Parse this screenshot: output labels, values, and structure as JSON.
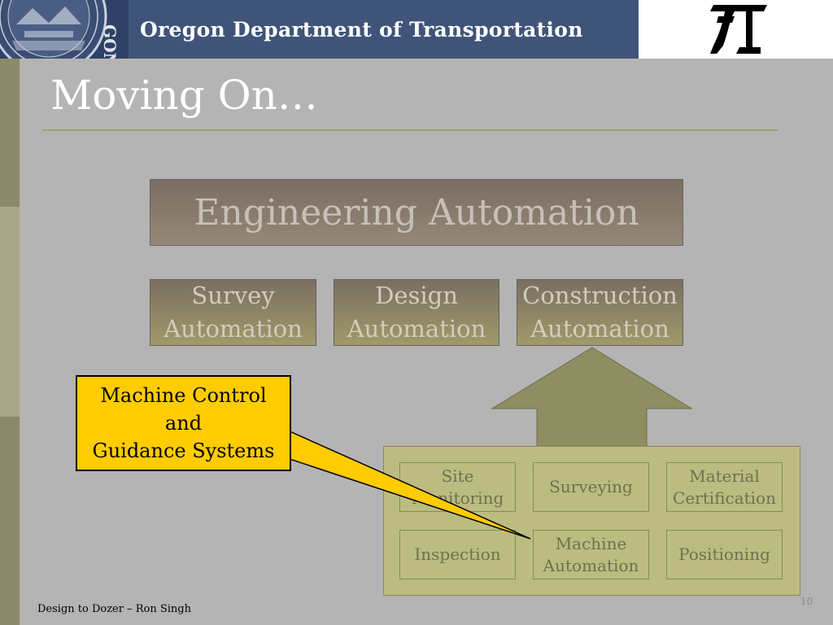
{
  "header": {
    "title": "Oregon Department of Transportation",
    "seal_letters": "GON"
  },
  "slide": {
    "title": "Moving On…"
  },
  "diagram": {
    "main_box": "Engineering Automation",
    "sub_boxes": [
      {
        "line1": "Survey",
        "line2": "Automation"
      },
      {
        "line1": "Design",
        "line2": "Automation"
      },
      {
        "line1": "Construction",
        "line2": "Automation"
      }
    ],
    "cells": [
      {
        "line1": "Site",
        "line2": "Monitoring"
      },
      {
        "line1": "Surveying",
        "line2": ""
      },
      {
        "line1": "Material",
        "line2": "Certification"
      },
      {
        "line1": "Inspection",
        "line2": ""
      },
      {
        "line1": "Machine",
        "line2": "Automation"
      },
      {
        "line1": "Positioning",
        "line2": ""
      }
    ]
  },
  "callout": {
    "line1": "Machine Control",
    "line2": "and",
    "line3": "Guidance Systems"
  },
  "footer": {
    "author": "Design to Dozer – Ron Singh",
    "page": "10"
  },
  "colors": {
    "header_bg": "#3f5478",
    "slide_bg": "#b4b4b4",
    "callout_bg": "#ffcc00",
    "arrow_fill": "#8e8e62"
  }
}
